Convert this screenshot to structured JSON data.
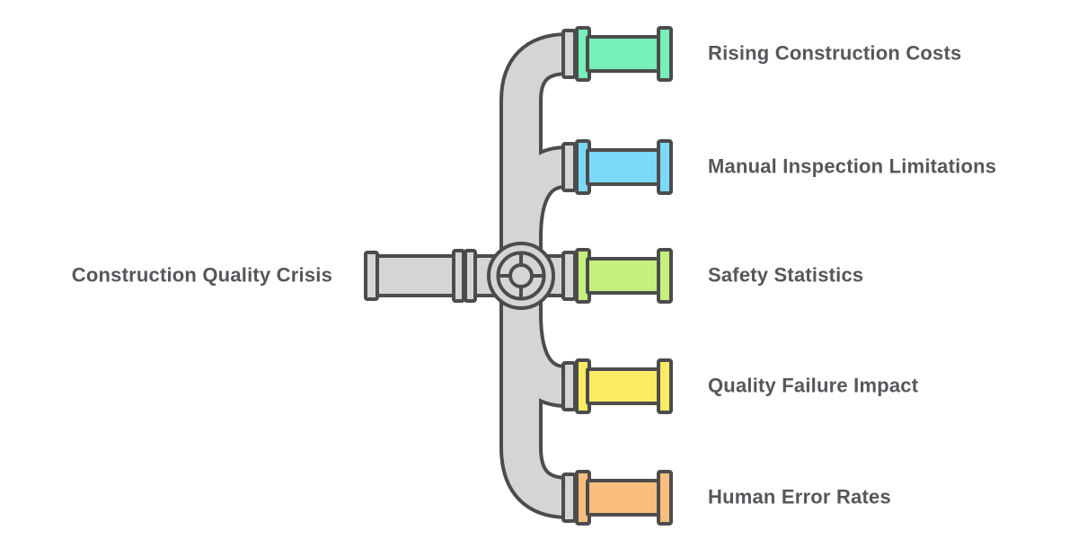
{
  "diagram": {
    "root": {
      "label": "Construction Quality Crisis"
    },
    "branches": [
      {
        "label": "Rising Construction Costs",
        "color": "#76EFB9"
      },
      {
        "label": "Manual Inspection Limitations",
        "color": "#7CDAF8"
      },
      {
        "label": "Safety Statistics",
        "color": "#C5F07D"
      },
      {
        "label": "Quality Failure Impact",
        "color": "#FBEB64"
      },
      {
        "label": "Human Error Rates",
        "color": "#F9BE7D"
      }
    ],
    "palette": {
      "pipe_fill": "#D5D5D5",
      "pipe_outline": "#4C4C4C",
      "label_text": "#55575B",
      "background": "#FFFFFF"
    }
  }
}
